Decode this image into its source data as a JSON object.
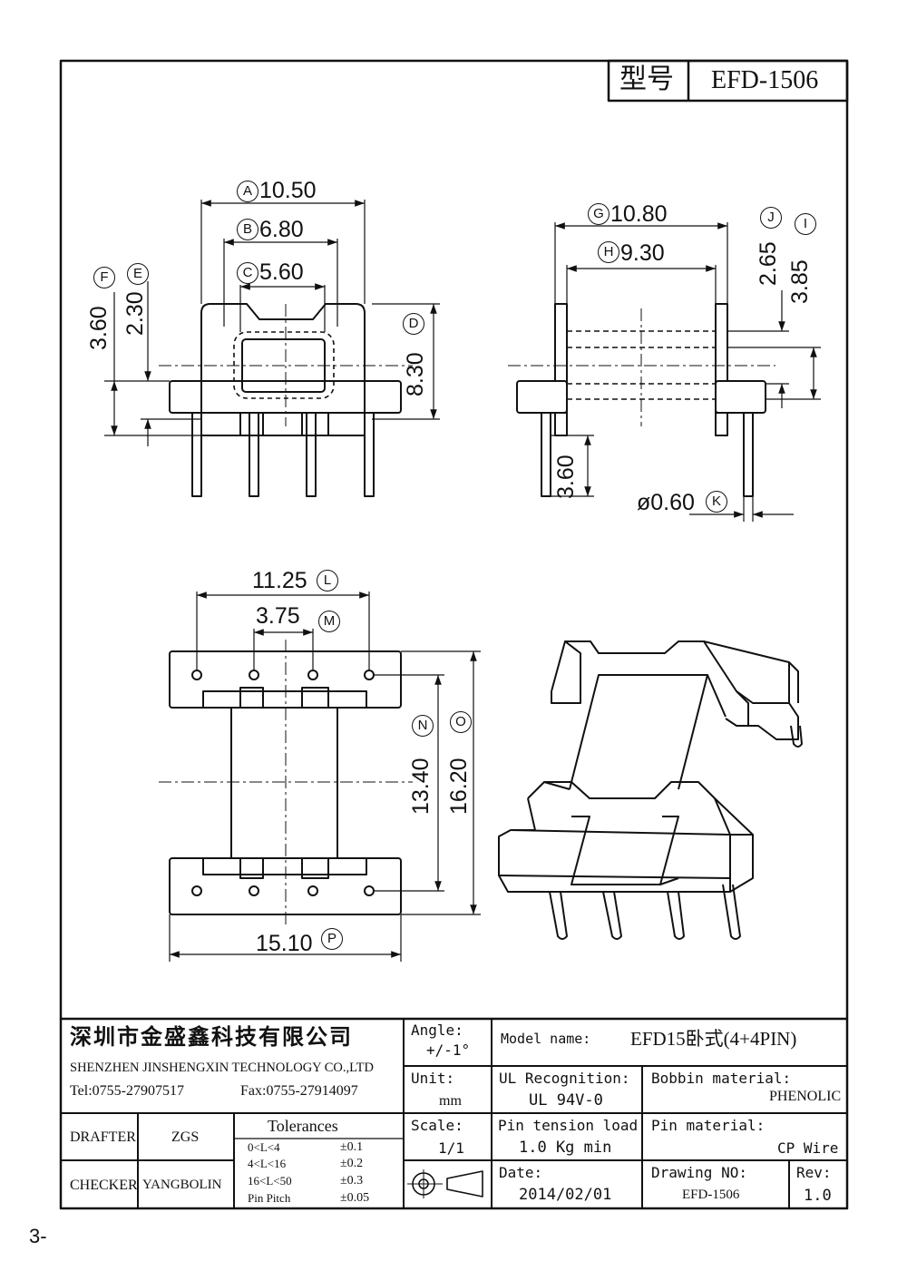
{
  "header": {
    "type_label": "型号",
    "model_code": "EFD-1506"
  },
  "dimensions": {
    "A": {
      "letter": "A",
      "value": "10.50"
    },
    "B": {
      "letter": "B",
      "value": "6.80"
    },
    "C": {
      "letter": "C",
      "value": "5.60"
    },
    "D": {
      "letter": "D",
      "value": "8.30"
    },
    "E": {
      "letter": "E",
      "value": "2.30"
    },
    "F": {
      "letter": "F",
      "value": "3.60"
    },
    "G": {
      "letter": "G",
      "value": "10.80"
    },
    "H": {
      "letter": "H",
      "value": "9.30"
    },
    "I": {
      "letter": "I",
      "value": "3.85"
    },
    "J": {
      "letter": "J",
      "value": "2.65"
    },
    "K": {
      "letter": "K",
      "value": "ø0.60"
    },
    "pin_length": {
      "value": "3.60"
    },
    "L": {
      "letter": "L",
      "value": "11.25"
    },
    "M": {
      "letter": "M",
      "value": "3.75"
    },
    "N": {
      "letter": "N",
      "value": "13.40"
    },
    "O": {
      "letter": "O",
      "value": "16.20"
    },
    "P": {
      "letter": "P",
      "value": "15.10"
    }
  },
  "title_block": {
    "company_cn": "深圳市金盛鑫科技有限公司",
    "company_en": "SHENZHEN JINSHENGXIN TECHNOLOGY CO.,LTD",
    "tel": "Tel:0755-27907517",
    "fax": "Fax:0755-27914097",
    "drafter_label": "DRAFTER",
    "drafter_value": "ZGS",
    "checker_label": "CHECKER",
    "checker_value": "YANGBOLIN",
    "tolerances_label": "Tolerances",
    "tolerances": [
      {
        "range": "0<L<4",
        "value": "±0.1"
      },
      {
        "range": "4<L<16",
        "value": "±0.2"
      },
      {
        "range": "16<L<50",
        "value": "±0.3"
      },
      {
        "range": "Pin Pitch",
        "value": "±0.05"
      }
    ],
    "angle_label": "Angle:",
    "angle_value": "+/-1°",
    "unit_label": "Unit:",
    "unit_value": "mm",
    "scale_label": "Scale:",
    "scale_value": "1/1",
    "model_name_label": "Model name:",
    "model_name_value": "EFD15卧式(4+4PIN)",
    "ul_label": "UL Recognition:",
    "ul_value": "UL 94V-0",
    "bobbin_label": "Bobbin material:",
    "bobbin_value": "PHENOLIC",
    "pin_tension_label": "Pin tension load:",
    "pin_tension_value": "1.0 Kg min",
    "pin_material_label": "Pin material:",
    "pin_material_value": "CP Wire",
    "date_label": "Date:",
    "date_value": "2014/02/01",
    "drawing_no_label": "Drawing NO:",
    "drawing_no_value": "EFD-1506",
    "rev_label": "Rev:",
    "rev_value": "1.0"
  },
  "page_number": "3-"
}
